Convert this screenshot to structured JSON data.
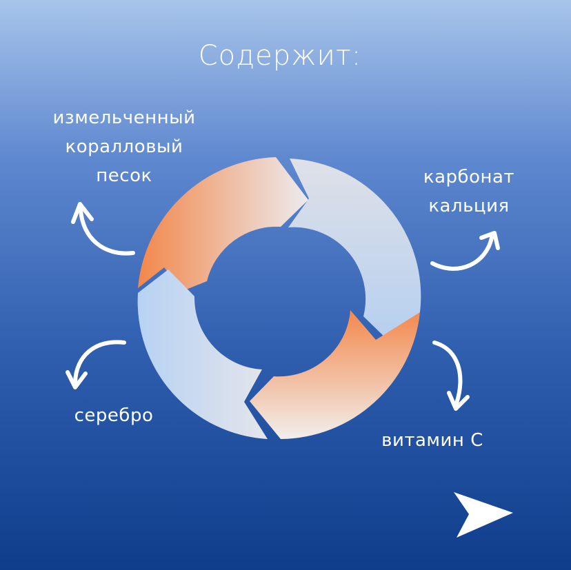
{
  "title": "Содержит:",
  "items": [
    {
      "lines": [
        "измельченный",
        "коралловый",
        "песок"
      ]
    },
    {
      "lines": [
        "карбонат",
        "кальция"
      ]
    },
    {
      "lines": [
        "серебро"
      ]
    },
    {
      "lines": [
        "витамин С"
      ]
    }
  ],
  "colors": {
    "background_top": "#a7c4ea",
    "background_bottom": "#0f3d8c",
    "segment_orange": "#f2874b",
    "segment_light": "#e6e6ea",
    "segment_blue": "#b5cff0",
    "text": "#ffffff"
  },
  "icons": {
    "curved_arrow": "curved-arrow-icon",
    "next": "play-triangle-icon"
  }
}
